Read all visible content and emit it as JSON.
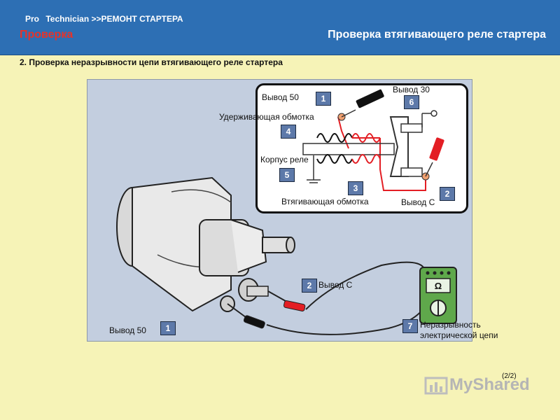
{
  "header": {
    "breadcrumb_pro": "Pro",
    "breadcrumb_path": "Technician >>РЕМОНТ СТАРТЕРА",
    "section": "Проверка",
    "title": "Проверка втягивающего реле стартера"
  },
  "subtitle": "2. Проверка неразрывности цепи втягивающего реле стартера",
  "inset": {
    "labels": {
      "terminal50": "Вывод 50",
      "terminal30": "Вывод 30",
      "hold_coil": "Удерживающая обмотка",
      "body": "Корпус реле",
      "pull_coil": "Втягивающая обмотка",
      "terminalC": "Вывод С"
    },
    "badges": [
      "1",
      "6",
      "4",
      "5",
      "3",
      "2"
    ]
  },
  "main": {
    "labels": {
      "terminalC": "Вывод С",
      "terminal50": "Вывод 50",
      "continuity": "Неразрывность",
      "continuity2": "электрической цепи"
    },
    "badges": [
      "2",
      "1",
      "7"
    ]
  },
  "pager": "(2/2)",
  "logo": "MyShared",
  "colors": {
    "background": "#f6f3b7",
    "header": "#2d6fb4",
    "accent": "#e6332a",
    "badge": "#5d79a9",
    "meter": "#5fa84b"
  }
}
